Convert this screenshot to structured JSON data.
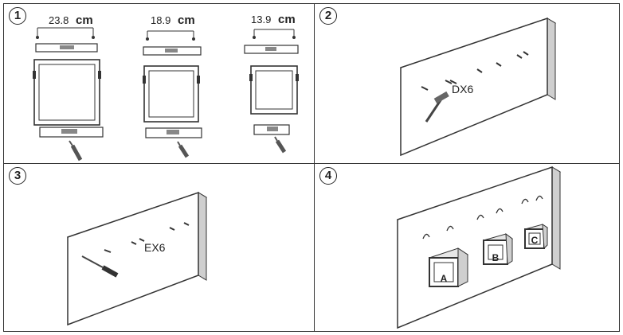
{
  "steps": [
    {
      "id": "1",
      "label": "1"
    },
    {
      "id": "2",
      "label": "2"
    },
    {
      "id": "3",
      "label": "3"
    },
    {
      "id": "4",
      "label": "4"
    }
  ],
  "panel1": {
    "frames": [
      {
        "size": "23.8",
        "unit": "cm"
      },
      {
        "size": "18.9",
        "unit": "cm"
      },
      {
        "size": "13.9",
        "unit": "cm"
      }
    ]
  },
  "panel2": {
    "label": "DX6"
  },
  "panel3": {
    "label": "EX6"
  },
  "panel4": {
    "boxes": [
      "A",
      "B",
      "C"
    ]
  },
  "colors": {
    "line": "#333333",
    "wall": "#ffffff",
    "shade": "#cfcfcf",
    "tool": "#555555"
  }
}
